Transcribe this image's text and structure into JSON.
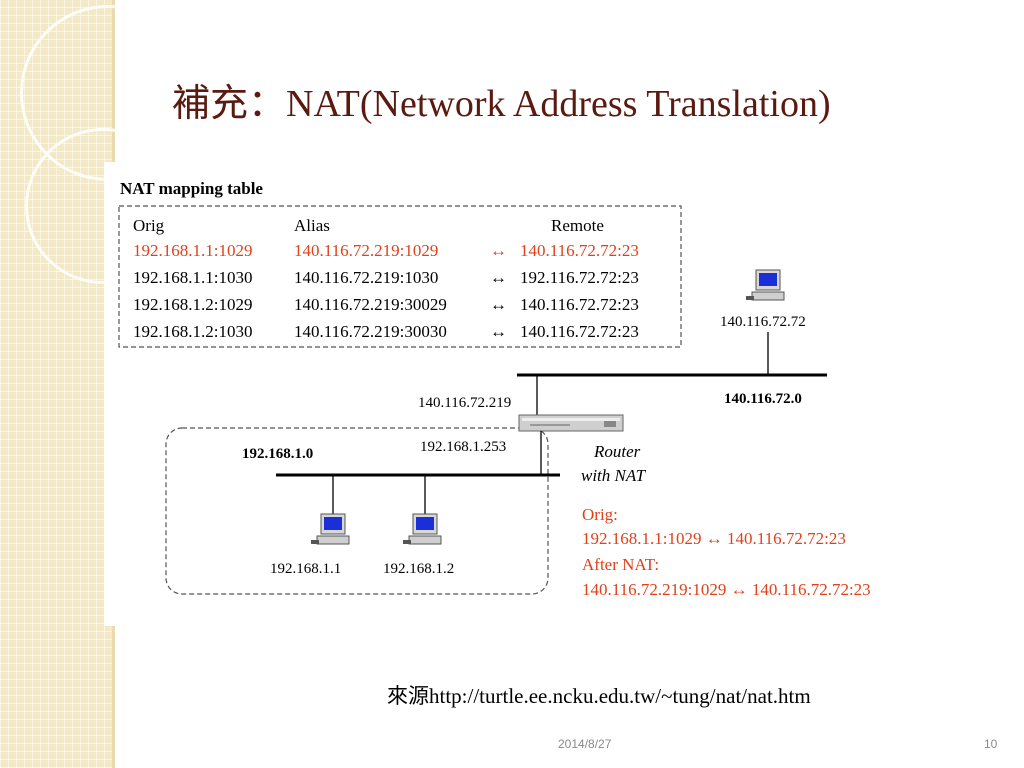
{
  "slide": {
    "title": "補充：NAT(Network Address Translation)",
    "source": "來源http://turtle.ee.ncku.edu.tw/~tung/nat/nat.htm",
    "date": "2014/8/27",
    "page_number": "10"
  },
  "figure": {
    "table_title": "NAT mapping table",
    "headers": {
      "orig": "Orig",
      "alias": "Alias",
      "remote": "Remote"
    },
    "rows": [
      {
        "orig": "192.168.1.1:1029",
        "alias": "140.116.72.219:1029",
        "arrow": "↔",
        "remote": "140.116.72.72:23",
        "highlight": true
      },
      {
        "orig": "192.168.1.1:1030",
        "alias": "140.116.72.219:1030",
        "arrow": "↔",
        "remote": "192.116.72.72:23",
        "highlight": false
      },
      {
        "orig": "192.168.1.2:1029",
        "alias": "140.116.72.219:30029",
        "arrow": "↔",
        "remote": "140.116.72.72:23",
        "highlight": false
      },
      {
        "orig": "192.168.1.2:1030",
        "alias": "140.116.72.219:30030",
        "arrow": "↔",
        "remote": "140.116.72.72:23",
        "highlight": false
      }
    ],
    "remote_host_ip": "140.116.72.72",
    "public_network": "140.116.72.0",
    "router_public_ip": "140.116.72.219",
    "router_private_ip": "192.168.1.253",
    "router_label_1": "Router",
    "router_label_2": "with NAT",
    "private_network": "192.168.1.0",
    "host1_ip": "192.168.1.1",
    "host2_ip": "192.168.1.2",
    "example": {
      "orig_label": "Orig:",
      "orig_value": "192.168.1.1:1029 ↔ 140.116.72.72:23",
      "after_label": "After NAT:",
      "after_value": "140.116.72.219:1029 ↔ 140.116.72.72:23"
    }
  },
  "colors": {
    "title": "#5a1a10",
    "highlight": "#e0401a",
    "band": "#f3e9c6"
  }
}
